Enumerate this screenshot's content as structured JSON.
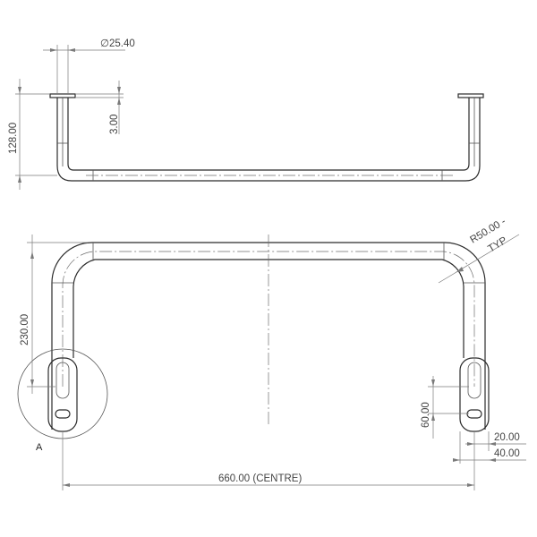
{
  "dimensions": {
    "tube_diameter": "∅25.40",
    "flange_thickness": "3.00",
    "height": "128.00",
    "radius": "R50.00 -",
    "radius_note": "TYP",
    "depth": "230.00",
    "slot_spacing": "60.00",
    "dim_20": "20.00",
    "dim_40": "40.00",
    "centre_width": "660.00 (CENTRE)"
  },
  "detail_label": "A"
}
